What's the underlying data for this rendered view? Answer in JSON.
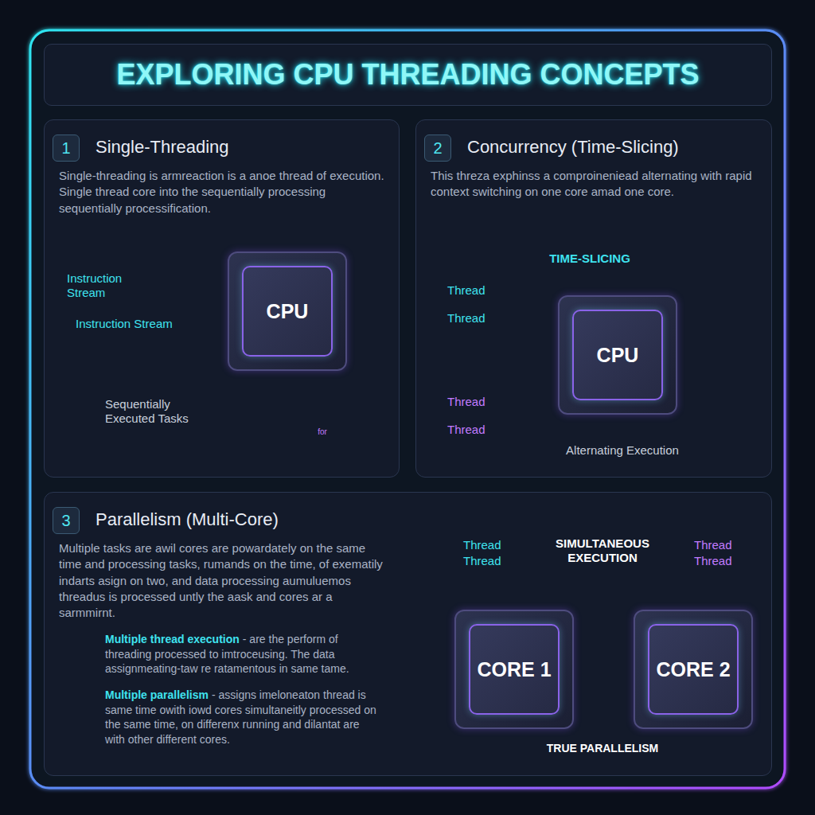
{
  "diagram": {
    "title": "EXPLORING CPU THREADING CONCEPTS",
    "nodes": [
      {
        "text": [
          "Single-Threading",
          "Single-threading is armreaction is a anoe thread of execution. Single thread core into the sequentially processing sequentially processification."
        ]
      },
      {
        "text": [
          "1"
        ],
        "in": 0
      },
      {
        "text": [
          "CPU"
        ],
        "in": 0
      },
      {
        "text": [
          "Concurrency (Time-Slicing)",
          "This threza exphinss a comproineniead alternating with rapid context switching on one core amad one core."
        ]
      },
      {
        "text": [
          "2"
        ],
        "in": 3
      },
      {
        "text": [
          "CPU"
        ],
        "in": 3
      },
      {
        "text": [
          "Parallelism (Multi-Core)",
          "Multiple tasks are awil cores are powardately on the same time and processing tasks, rumands on the time, of exematily indarts asign on two, and data processing aumuluemos threadus is processed untly the aask and cores ar a sarmmirnt.",
          "Multiple thread execution",
          "- are the perform of threading processed to imtroceusing. The data assignmeating-taw re ratamentous in same tame.",
          "Multiple parallelism",
          "- assigns imeloneaton thread is same time owith iowd cores simultaneitly processed on the same time, on differenx running and dilantat are with other different cores."
        ]
      },
      {
        "text": [
          "3"
        ],
        "in": 6
      },
      {
        "text": [
          "CORE 1"
        ],
        "in": 6
      },
      {
        "text": [
          "CORE 2"
        ],
        "in": 6
      }
    ],
    "edges": [
      {
        "from": 8,
        "to": 9,
        "arrow": "none"
      }
    ],
    "labels": [
      "Instruction Stream",
      "Instruction Stream",
      "Sequentially Executed Tasks",
      "for",
      "TIME-SLICING",
      "Thread",
      "Thread",
      "Thread",
      "Thread",
      "Alternating Execution",
      "Thread",
      "Thread",
      "SIMULTANEOUS EXECUTION",
      "Thread",
      "Thread",
      "TRUE PARALLELISM"
    ]
  }
}
